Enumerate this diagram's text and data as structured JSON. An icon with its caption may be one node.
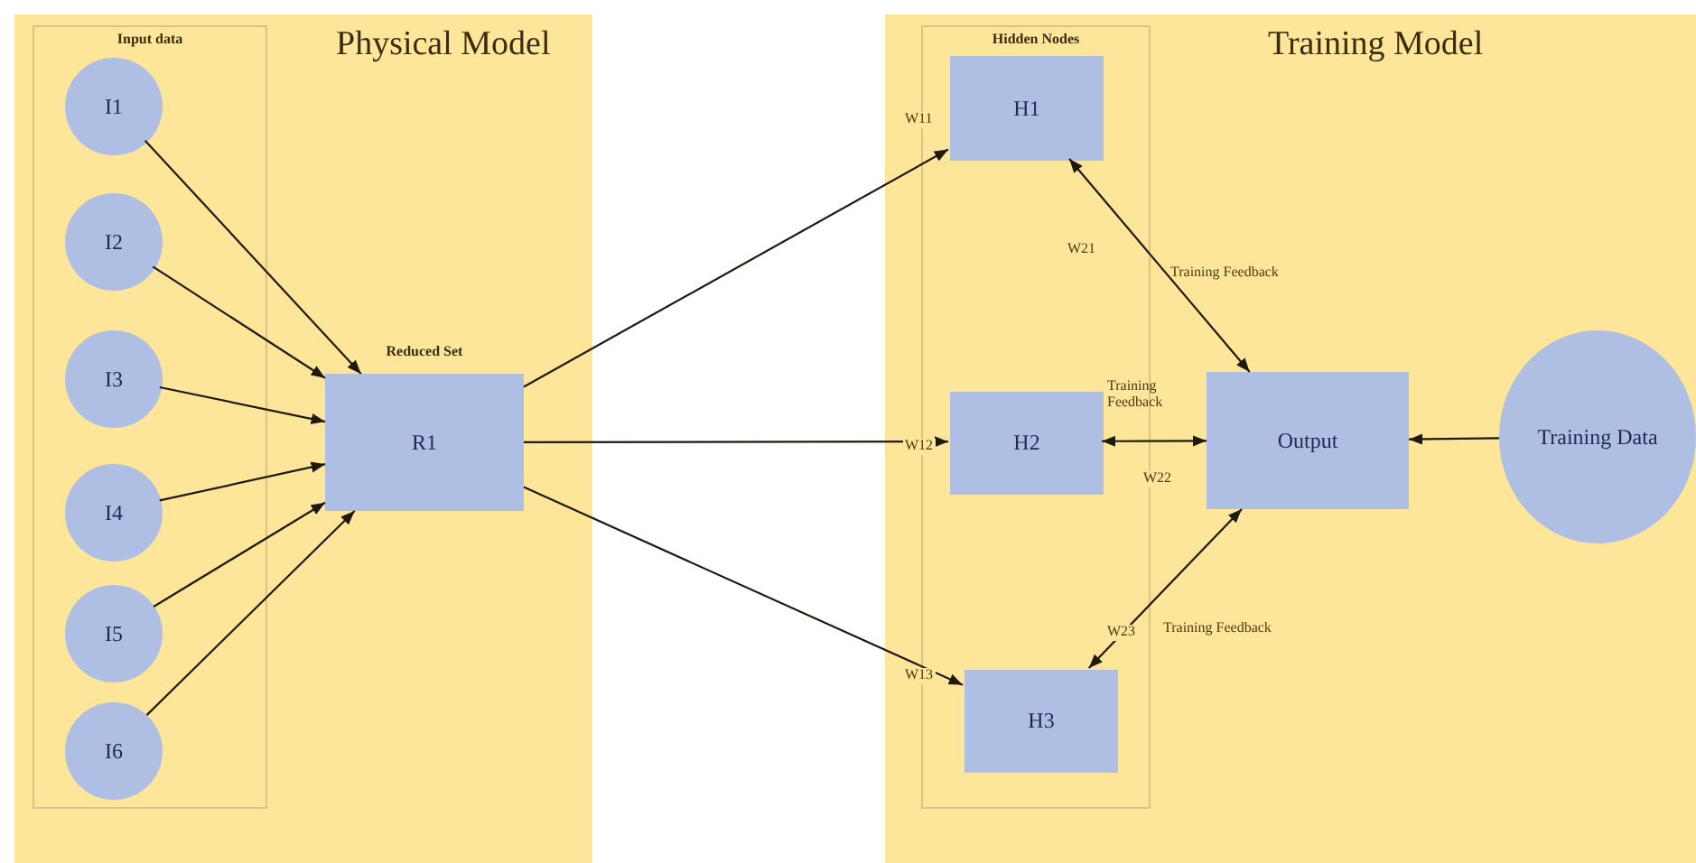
{
  "diagram": {
    "nodes": [
      {
        "text": [
          "Physical Model"
        ]
      },
      {
        "text": [
          "Input data"
        ],
        "in": 0
      },
      {
        "text": [
          "I1"
        ],
        "in": 1
      },
      {
        "text": [
          "I2"
        ],
        "in": 1
      },
      {
        "text": [
          "I3"
        ],
        "in": 1
      },
      {
        "text": [
          "I4"
        ],
        "in": 1
      },
      {
        "text": [
          "I5"
        ],
        "in": 1
      },
      {
        "text": [
          "I6"
        ],
        "in": 1
      },
      {
        "text": [
          "Reduced Set",
          "R1"
        ],
        "in": 0
      },
      {
        "text": [
          "Training Model"
        ]
      },
      {
        "text": [
          "Hidden Nodes"
        ],
        "in": 9
      },
      {
        "text": [
          "H1"
        ],
        "in": 10
      },
      {
        "text": [
          "H2"
        ],
        "in": 10
      },
      {
        "text": [
          "H3"
        ],
        "in": 10
      },
      {
        "text": [
          "Output"
        ],
        "in": 9
      },
      {
        "text": [
          "Training Data"
        ],
        "in": 9
      }
    ],
    "edges": [
      {
        "from": 2,
        "to": 8,
        "arrow": "to"
      },
      {
        "from": 3,
        "to": 8,
        "arrow": "to"
      },
      {
        "from": 4,
        "to": 8,
        "arrow": "to"
      },
      {
        "from": 5,
        "to": 8,
        "arrow": "to"
      },
      {
        "from": 6,
        "to": 8,
        "arrow": "to"
      },
      {
        "from": 7,
        "to": 8,
        "arrow": "to"
      },
      {
        "from": 8,
        "to": 11,
        "arrow": "to",
        "label": "W11"
      },
      {
        "from": 8,
        "to": 12,
        "arrow": "to",
        "label": "W12"
      },
      {
        "from": 8,
        "to": 13,
        "arrow": "to",
        "label": "W13"
      },
      {
        "from": 11,
        "to": 14,
        "arrow": "both",
        "label": "W21"
      },
      {
        "from": 12,
        "to": 14,
        "arrow": "both",
        "label": "W22"
      },
      {
        "from": 13,
        "to": 14,
        "arrow": "both",
        "label": "W23"
      },
      {
        "from": 15,
        "to": 14,
        "arrow": "to"
      }
    ],
    "labels": [
      "Training Feedback",
      "Training Feedback",
      "Training Feedback"
    ]
  }
}
